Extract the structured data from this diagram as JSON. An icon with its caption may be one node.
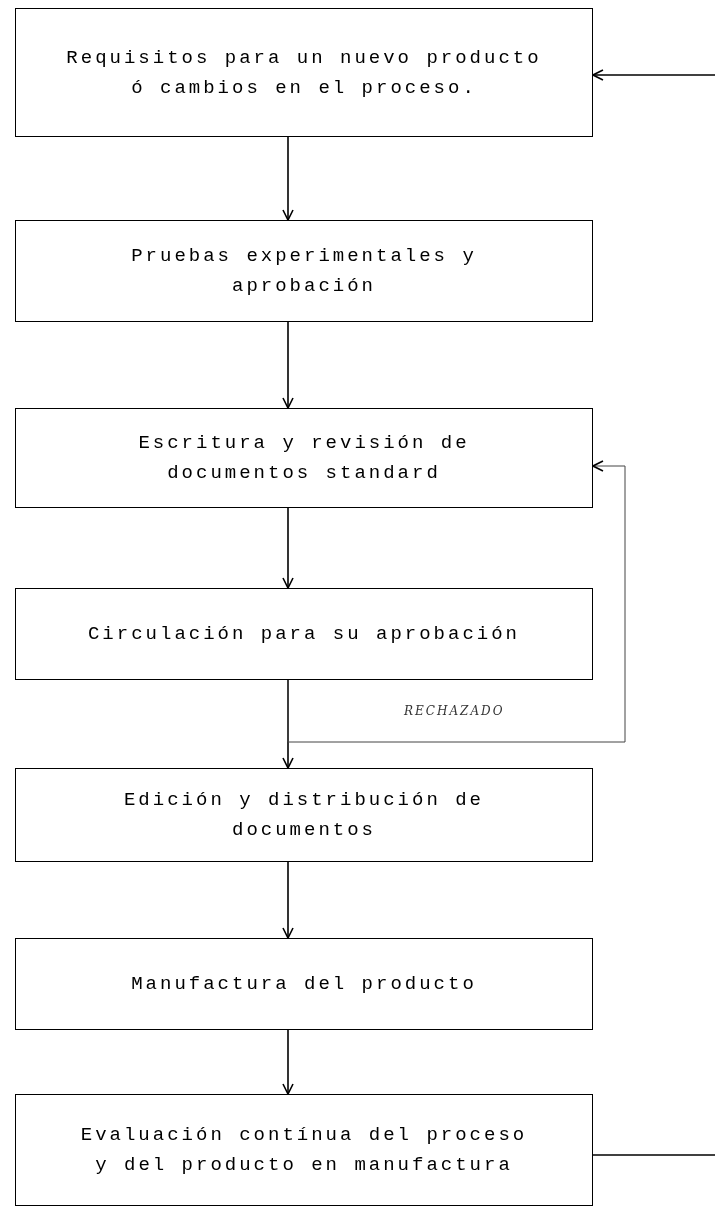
{
  "diagram": {
    "nodes": [
      {
        "text": [
          "Requisitos para un nuevo producto ó cambios en el proceso."
        ]
      },
      {
        "text": [
          "Pruebas experimentales y aprobación"
        ]
      },
      {
        "text": [
          "Escritura y revisión de documentos standard"
        ]
      },
      {
        "text": [
          "Circulación para su aprobación"
        ]
      },
      {
        "text": [
          "Edición y distribución de documentos"
        ]
      },
      {
        "text": [
          "Manufactura del producto"
        ]
      },
      {
        "text": [
          "Evaluación contínua del proceso y del producto en manufactura"
        ]
      }
    ],
    "edges": [
      {
        "from": 0,
        "to": 1,
        "arrow": "to"
      },
      {
        "from": 1,
        "to": 2,
        "arrow": "to"
      },
      {
        "from": 2,
        "to": 3,
        "arrow": "to"
      },
      {
        "from": 3,
        "to": 4,
        "arrow": "to"
      },
      {
        "from": 4,
        "to": 5,
        "arrow": "to"
      },
      {
        "from": 5,
        "to": 6,
        "arrow": "to"
      },
      {
        "from": 3,
        "to": 2,
        "arrow": "to",
        "label": "RECHAZADO"
      },
      {
        "from": null,
        "to": 0,
        "arrow": "to"
      },
      {
        "from": 6,
        "to": null,
        "arrow": "none"
      }
    ]
  }
}
